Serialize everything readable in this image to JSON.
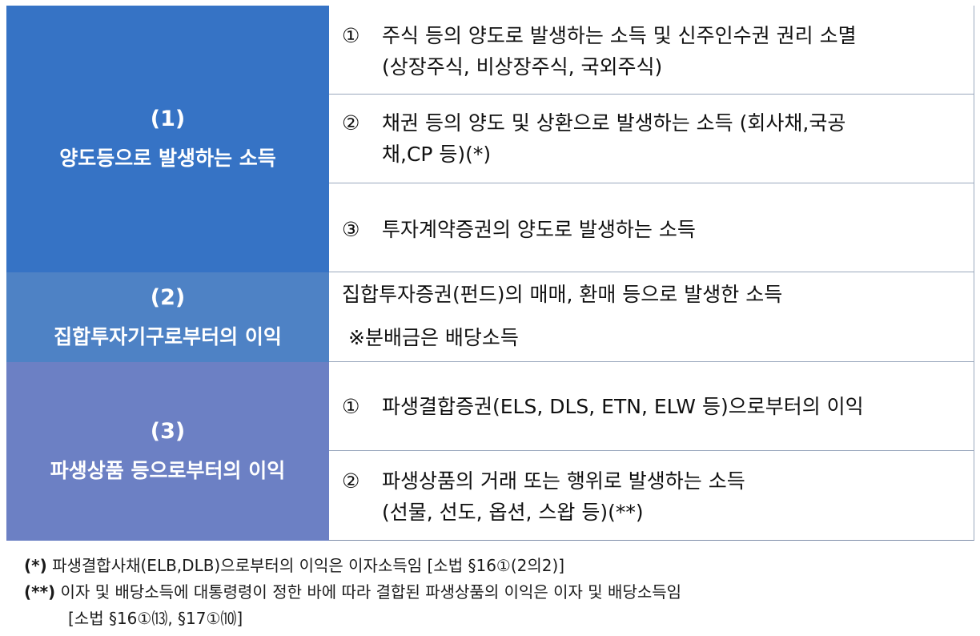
{
  "groups": [
    {
      "num": "(1)",
      "title": "양도등으로 발생하는 소득"
    },
    {
      "num": "(2)",
      "title": "집합투자기구로부터의 이익"
    },
    {
      "num": "(3)",
      "title": "파생상품 등으로부터의 이익"
    }
  ],
  "items": {
    "g1_1": {
      "mark": "①",
      "line1": "주식 등의 양도로 발생하는 소득 및 신주인수권 권리 소멸",
      "line2": "(상장주식, 비상장주식, 국외주식)"
    },
    "g1_2": {
      "mark": "②",
      "line1": "채권 등의 양도 및 상환으로 발생하는 소득 (회사채,국공",
      "line2": "채,CP 등)(*)"
    },
    "g1_3": {
      "mark": "③",
      "line1": "투자계약증권의 양도로 발생하는 소득"
    },
    "g2": {
      "line1": "집합투자증권(펀드)의 매매, 환매 등으로 발생한 소득",
      "line2": "※분배금은 배당소득"
    },
    "g3_1": {
      "mark": "①",
      "line1": "파생결합증권(ELS, DLS, ETN, ELW 등)으로부터의 이익"
    },
    "g3_2": {
      "mark": "②",
      "line1": "파생상품의 거래 또는 행위로 발생하는 소득",
      "line2": "(선물, 선도, 옵션, 스왑 등)(**)"
    }
  },
  "notes": {
    "n1_mark": "(*)",
    "n1_text": " 파생결합사채(ELB,DLB)으로부터의 이익은 이자소득임 [소법 §16①(2의2)]",
    "n2_mark": "(**)",
    "n2_text": " 이자 및 배당소득에 대통령령이 정한 바에 따라 결합된 파생상품의 이익은 이자 및 배당소득임",
    "n2_cont": "[소법 §16①⒀, §17①⑽]"
  }
}
